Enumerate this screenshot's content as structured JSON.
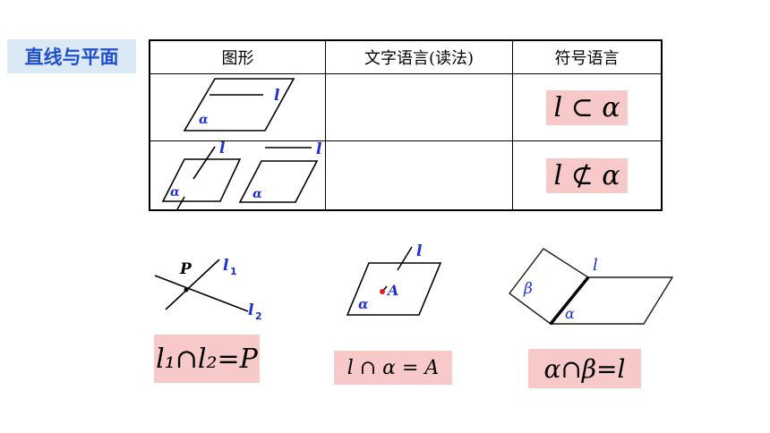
{
  "title": "直线与平面",
  "table": {
    "headers": [
      "图形",
      "文字语言(读法)",
      "符号语言"
    ],
    "rows": [
      {
        "text": "",
        "symbol": "l ⊂ α"
      },
      {
        "text": "",
        "symbol": "l ⊄ α"
      }
    ]
  },
  "figure_labels": {
    "l": "l",
    "alpha": "α",
    "beta": "β",
    "P": "P",
    "A": "A",
    "l1": "l",
    "l1_sub": "1",
    "l2": "l",
    "l2_sub": "2"
  },
  "formulas": {
    "lines_intersect": "l₁∩l₂=P",
    "line_plane": "l ∩ α = A",
    "planes": "α∩β=l"
  },
  "colors": {
    "label_blue": "#1f2fd8",
    "highlight_pink": "#f8c9c9",
    "badge_bg": "#dbe8f5",
    "point_red": "#e02020"
  }
}
